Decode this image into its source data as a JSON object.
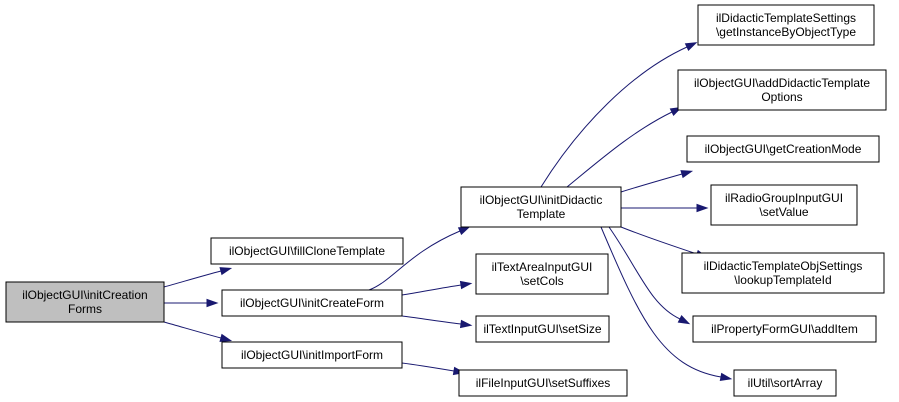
{
  "nodes": [
    {
      "id": "root",
      "lines": [
        "ilObjectGUI\\initCreation",
        "Forms"
      ],
      "root": true
    },
    {
      "id": "fillClone",
      "lines": [
        "ilObjectGUI\\fillCloneTemplate"
      ]
    },
    {
      "id": "initCreateForm",
      "lines": [
        "ilObjectGUI\\initCreateForm"
      ]
    },
    {
      "id": "initImportForm",
      "lines": [
        "ilObjectGUI\\initImportForm"
      ]
    },
    {
      "id": "initDidactic",
      "lines": [
        "ilObjectGUI\\initDidactic",
        "Template"
      ]
    },
    {
      "id": "textAreaSetCols",
      "lines": [
        "ilTextAreaInputGUI",
        "\\setCols"
      ]
    },
    {
      "id": "textInputSetSize",
      "lines": [
        "ilTextInputGUI\\setSize"
      ]
    },
    {
      "id": "fileInputSetSuffixes",
      "lines": [
        "ilFileInputGUI\\setSuffixes"
      ]
    },
    {
      "id": "didacticSettings",
      "lines": [
        "ilDidacticTemplateSettings",
        "\\getInstanceByObjectType"
      ]
    },
    {
      "id": "addDidacticOptions",
      "lines": [
        "ilObjectGUI\\addDidacticTemplate",
        "Options"
      ]
    },
    {
      "id": "getCreationMode",
      "lines": [
        "ilObjectGUI\\getCreationMode"
      ]
    },
    {
      "id": "radioSetValue",
      "lines": [
        "ilRadioGroupInputGUI",
        "\\setValue"
      ]
    },
    {
      "id": "lookupTemplateId",
      "lines": [
        "ilDidacticTemplateObjSettings",
        "\\lookupTemplateId"
      ]
    },
    {
      "id": "propertyAddItem",
      "lines": [
        "ilPropertyFormGUI\\addItem"
      ]
    },
    {
      "id": "sortArray",
      "lines": [
        "ilUtil\\sortArray"
      ]
    }
  ],
  "edges": [
    {
      "from": "root",
      "to": "fillClone"
    },
    {
      "from": "root",
      "to": "initCreateForm"
    },
    {
      "from": "root",
      "to": "initImportForm"
    },
    {
      "from": "initCreateForm",
      "to": "initDidactic"
    },
    {
      "from": "initCreateForm",
      "to": "textAreaSetCols"
    },
    {
      "from": "initCreateForm",
      "to": "textInputSetSize"
    },
    {
      "from": "initImportForm",
      "to": "fileInputSetSuffixes"
    },
    {
      "from": "initDidactic",
      "to": "didacticSettings"
    },
    {
      "from": "initDidactic",
      "to": "addDidacticOptions"
    },
    {
      "from": "initDidactic",
      "to": "getCreationMode"
    },
    {
      "from": "initDidactic",
      "to": "radioSetValue"
    },
    {
      "from": "initDidactic",
      "to": "lookupTemplateId"
    },
    {
      "from": "initDidactic",
      "to": "propertyAddItem"
    },
    {
      "from": "initDidactic",
      "to": "sortArray"
    }
  ],
  "colors": {
    "edge": "#191970",
    "root_fill": "#bfbfbf",
    "node_fill": "#ffffff",
    "node_border": "#000000"
  }
}
